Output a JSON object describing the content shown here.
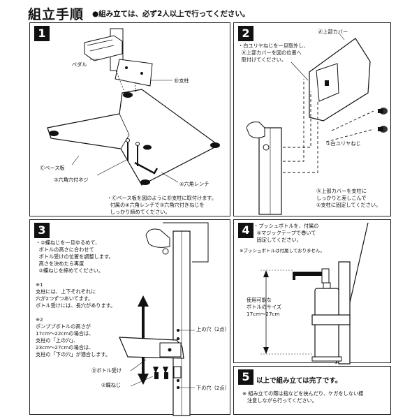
{
  "header": {
    "title": "組立手順",
    "subtitle": "●組み立ては、必ず2人以上で行ってください。"
  },
  "steps": [
    {
      "number": "1",
      "labels": {
        "pedal": "ペダル",
        "pole": "Ⓑ支柱",
        "base": "Ⓒベース板",
        "bolt": "③六角穴付ネジ",
        "wrench": "④六角レンチ"
      },
      "note": "・Ⓒベース板を図のようにⒷ支柱に取付けます。\n  付属の④六角レンチで③六角穴付きねじを\n  しっかり締めてください。"
    },
    {
      "number": "2",
      "labels": {
        "cover": "Ⓐ上部カバー",
        "screw": "①白ユリヤねじ"
      },
      "note_top": "・白ユリヤねじを一旦取外し、\n  Ⓐ上部カバーを図の位置へ\n  取付けてください。",
      "note_bottom": "Ⓐ上部カバーを支柱に\nしっかりと差しこんで\n①支柱に固定してください。"
    },
    {
      "number": "3",
      "note": "・②蝶ねじを一旦ゆるめて、\n  ボトルの高さに合わせて\n  ボトル受けの位置を調整します。\n  高さを決めたら再度\n  ②蝶ねじを締めてください。\n\n※1\n支柱には、上下それぞれに\n穴が2つずつあいてます。\nボトル受けには、長穴があります。\n\n※2\nポンププボトルの高さが\n17cm〜22cmの場合は、\n支柱の「上の穴」、\n23cm〜27cmの場合は、\n支柱の「下の穴」が適合します。",
      "labels": {
        "upper_hole": "上の穴（2点）",
        "lower_hole": "下の穴（2点）",
        "bottle_holder": "Ⓓボトル受け",
        "wing_screw": "②蝶ねじ"
      }
    },
    {
      "number": "4",
      "note": "・プッシュボトルを、付属の\n  ⑤マジックテープで巻いて\n  固定してください。",
      "small_note": "※プッシュボトルは付属しておりません。",
      "bottle_size": "使用可能な\nボトルのサイズ\n17cm〜27cm"
    },
    {
      "number": "5",
      "completion": "以上で組み立ては完了です。",
      "caution": "※ 組み立ての際は指などを挟んだり、ケガをしない様\n   注意しながら行ってください。"
    }
  ]
}
